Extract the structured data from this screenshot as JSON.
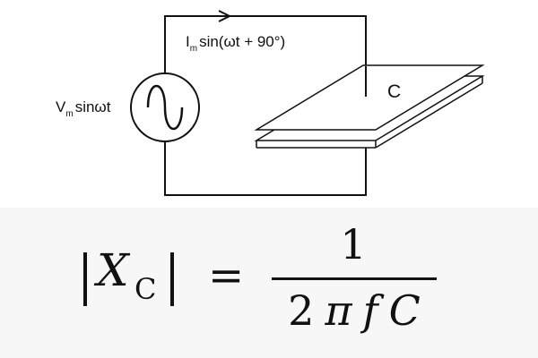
{
  "circuit": {
    "current": {
      "magnitude_symbol": "I",
      "magnitude_subscript": "m",
      "expression": "sin(ωt + 90°)"
    },
    "source": {
      "magnitude_symbol": "V",
      "magnitude_subscript": "m",
      "expression": "sinωt"
    },
    "capacitor_label": "C"
  },
  "formula": {
    "lhs_symbol": "X",
    "lhs_subscript": "C",
    "equals": "=",
    "numerator": "1",
    "denominator": {
      "factor_two": "2",
      "factor_pi": "π",
      "factor_f": "f",
      "factor_c": "C"
    }
  },
  "colors": {
    "stroke": "#111111",
    "background": "#ffffff",
    "formula_band": "#f7f7f7"
  }
}
